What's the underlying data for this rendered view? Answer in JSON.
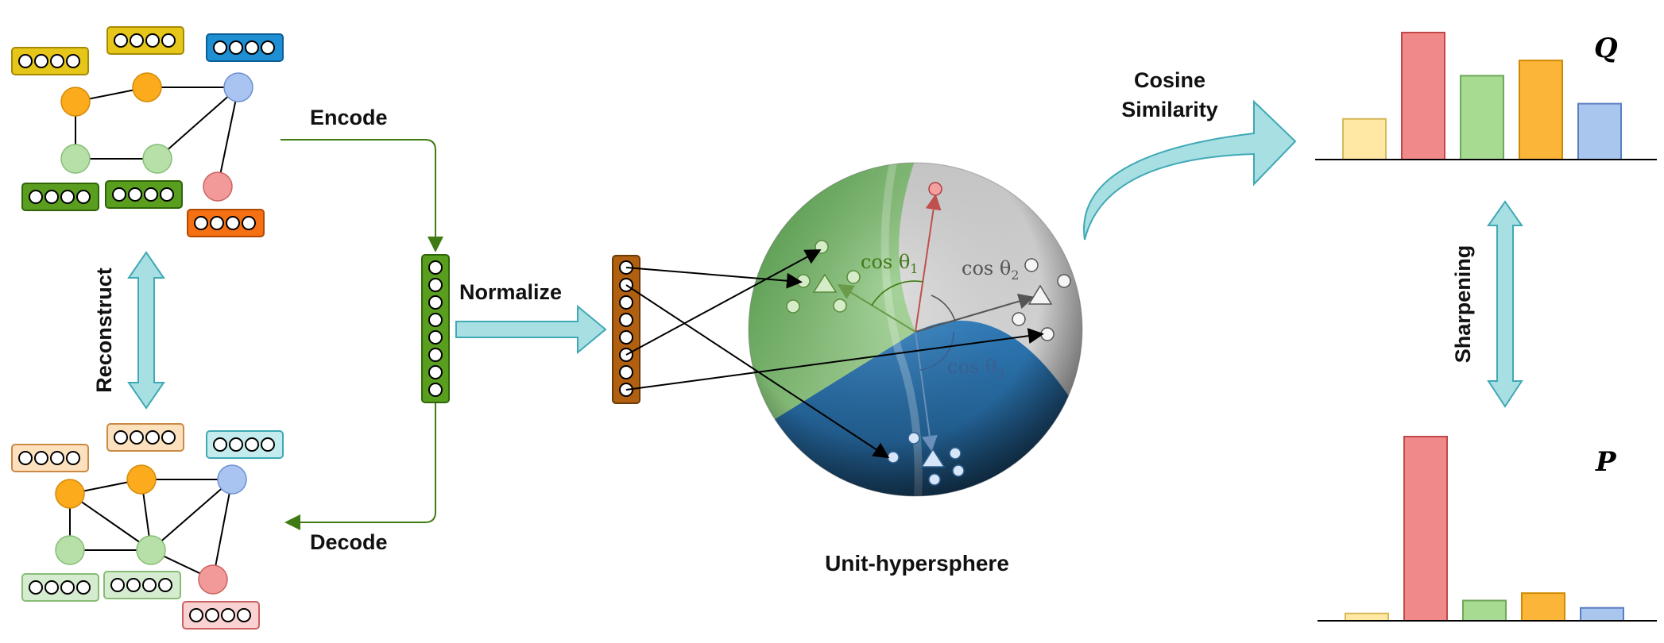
{
  "labels": {
    "encode": "Encode",
    "decode": "Decode",
    "normalize": "Normalize",
    "reconstruct": "Reconstruct",
    "sphere": "Unit-hypersphere",
    "cosine_line1": "Cosine",
    "cosine_line2": "Similarity",
    "sharpening": "Sharpening",
    "q": "Q",
    "p": "P",
    "cos1": "cos θ",
    "cos1_sub": "1",
    "cos2": "cos θ",
    "cos2_sub": "2",
    "cos3": "cos θ",
    "cos3_sub": "3"
  },
  "colors": {
    "yellow": "#e6c619",
    "orange": "#f7a70a",
    "blue": "#1f8fd4",
    "green": "#5a9e1f",
    "red_orange": "#f57012",
    "dark_green": "#3f7a14",
    "brown": "#b06010",
    "cyan": "#a8dfe3",
    "cyan_stroke": "#3fa9b5"
  },
  "chart_data": [
    {
      "type": "bar",
      "title": "Q",
      "categories": [
        "",
        "",
        "",
        "",
        ""
      ],
      "values": [
        0.32,
        1.0,
        0.66,
        0.78,
        0.44
      ],
      "colors": [
        "#ffe8a3",
        "#f08a8a",
        "#a8db92",
        "#fbb63a",
        "#a9c6ef"
      ]
    },
    {
      "type": "bar",
      "title": "P",
      "categories": [
        "",
        "",
        "",
        "",
        ""
      ],
      "values": [
        0.04,
        1.0,
        0.11,
        0.15,
        0.07
      ],
      "colors": [
        "#ffe8a3",
        "#f08a8a",
        "#a8db92",
        "#fbb63a",
        "#a9c6ef"
      ]
    }
  ]
}
